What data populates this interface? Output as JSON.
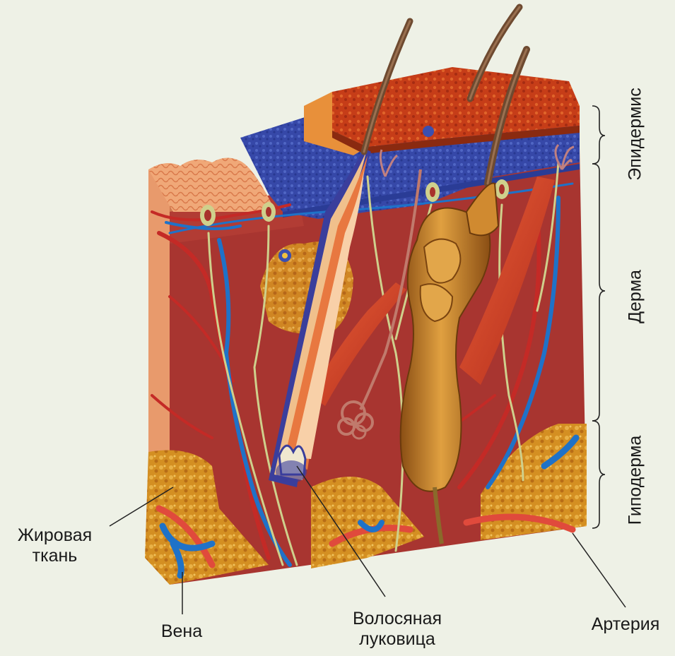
{
  "layers": {
    "epidermis": "Эпидермис",
    "dermis": "Дерма",
    "hypodermis": "Гиподерма"
  },
  "callouts": {
    "fat_tissue_line1": "Жировая",
    "fat_tissue_line2": "ткань",
    "vein": "Вена",
    "hair_bulb_line1": "Волосяная",
    "hair_bulb_line2": "луковица",
    "artery": "Артерия"
  },
  "colors": {
    "background": "#eef1e6",
    "epidermis_surface": "#c8401c",
    "epidermis_blue_layer": "#3a4fb0",
    "dermis": "#a8332f",
    "fat": "#d79a2a",
    "artery": "#c9302c",
    "vein": "#1e6fc8",
    "nerve": "#c8c98a",
    "sebaceous_gland": "#b8742a",
    "hair": "#7a5232"
  }
}
